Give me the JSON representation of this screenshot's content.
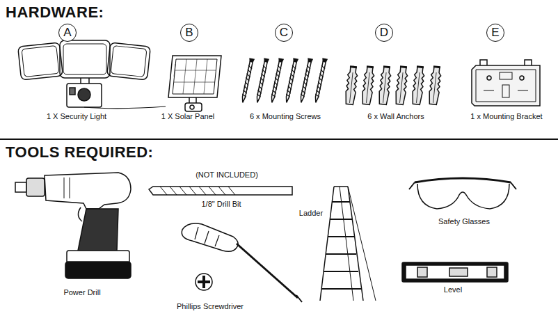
{
  "diagram": {
    "title": "HARDWARE:",
    "nodes": [
      {
        "text": [
          "A"
        ]
      },
      {
        "text": [
          "B"
        ]
      },
      {
        "text": [
          "C"
        ]
      },
      {
        "text": [
          "D"
        ]
      },
      {
        "text": [
          "E"
        ]
      }
    ],
    "labels": [
      "1 X Security Light",
      "1 X Solar Panel",
      "6 x Mounting Screws",
      "6 x Wall Anchors",
      "1 x Mounting Bracket",
      "TOOLS REQUIRED:",
      "(NOT INCLUDED)",
      "1/8\" Drill Bit",
      "Ladder",
      "Safety Glasses",
      "Power Drill",
      "Phillips Screwdriver",
      "Level"
    ]
  }
}
